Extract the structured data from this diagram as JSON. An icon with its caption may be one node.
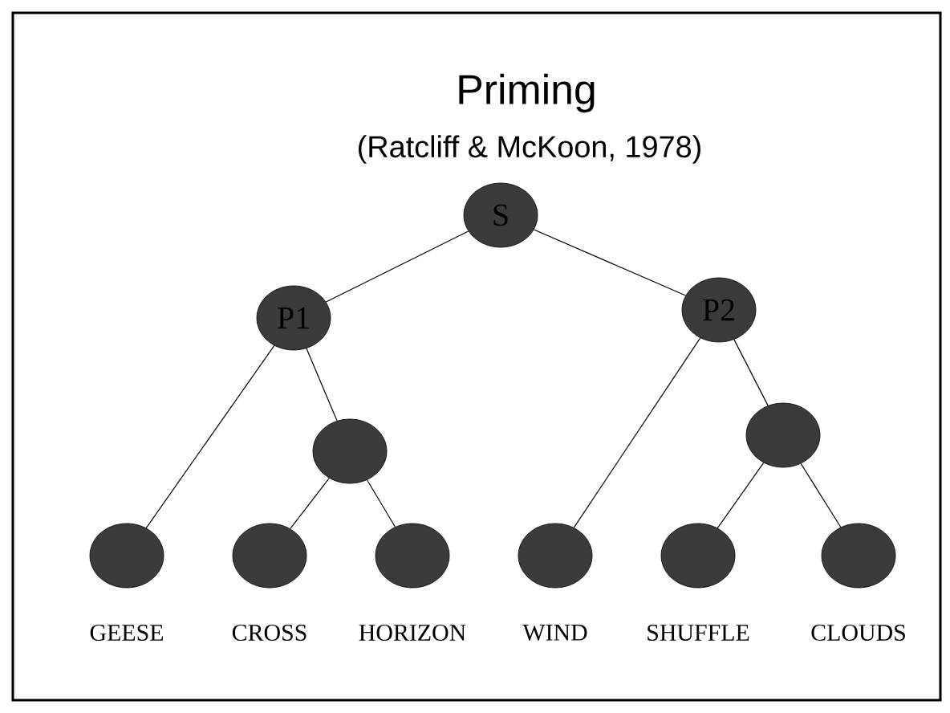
{
  "diagram": {
    "title": "Priming",
    "caption": "(Ratcliff & McKoon, 1978)",
    "nodes": [
      {
        "text": [
          "S"
        ]
      },
      {
        "text": [
          "P1"
        ]
      },
      {
        "text": [
          "P2"
        ]
      },
      {
        "text": [],
        "shape": "circle"
      },
      {
        "text": [],
        "shape": "circle"
      },
      {
        "text": [],
        "shape": "circle",
        "beside": [
          "GEESE"
        ]
      },
      {
        "text": [],
        "shape": "circle",
        "beside": [
          "CROSS"
        ]
      },
      {
        "text": [],
        "shape": "circle",
        "beside": [
          "HORIZON"
        ]
      },
      {
        "text": [],
        "shape": "circle",
        "beside": [
          "WIND"
        ]
      },
      {
        "text": [],
        "shape": "circle",
        "beside": [
          "SHUFFLE"
        ]
      },
      {
        "text": [],
        "shape": "circle",
        "beside": [
          "CLOUDS"
        ]
      }
    ],
    "edges": [
      {
        "from": 0,
        "to": 1,
        "arrow": "none"
      },
      {
        "from": 0,
        "to": 2,
        "arrow": "none"
      },
      {
        "from": 1,
        "to": 5,
        "arrow": "none"
      },
      {
        "from": 1,
        "to": 3,
        "arrow": "none"
      },
      {
        "from": 3,
        "to": 6,
        "arrow": "none"
      },
      {
        "from": 3,
        "to": 7,
        "arrow": "none"
      },
      {
        "from": 2,
        "to": 8,
        "arrow": "none"
      },
      {
        "from": 2,
        "to": 4,
        "arrow": "none"
      },
      {
        "from": 4,
        "to": 9,
        "arrow": "none"
      },
      {
        "from": 4,
        "to": 10,
        "arrow": "none"
      }
    ]
  }
}
